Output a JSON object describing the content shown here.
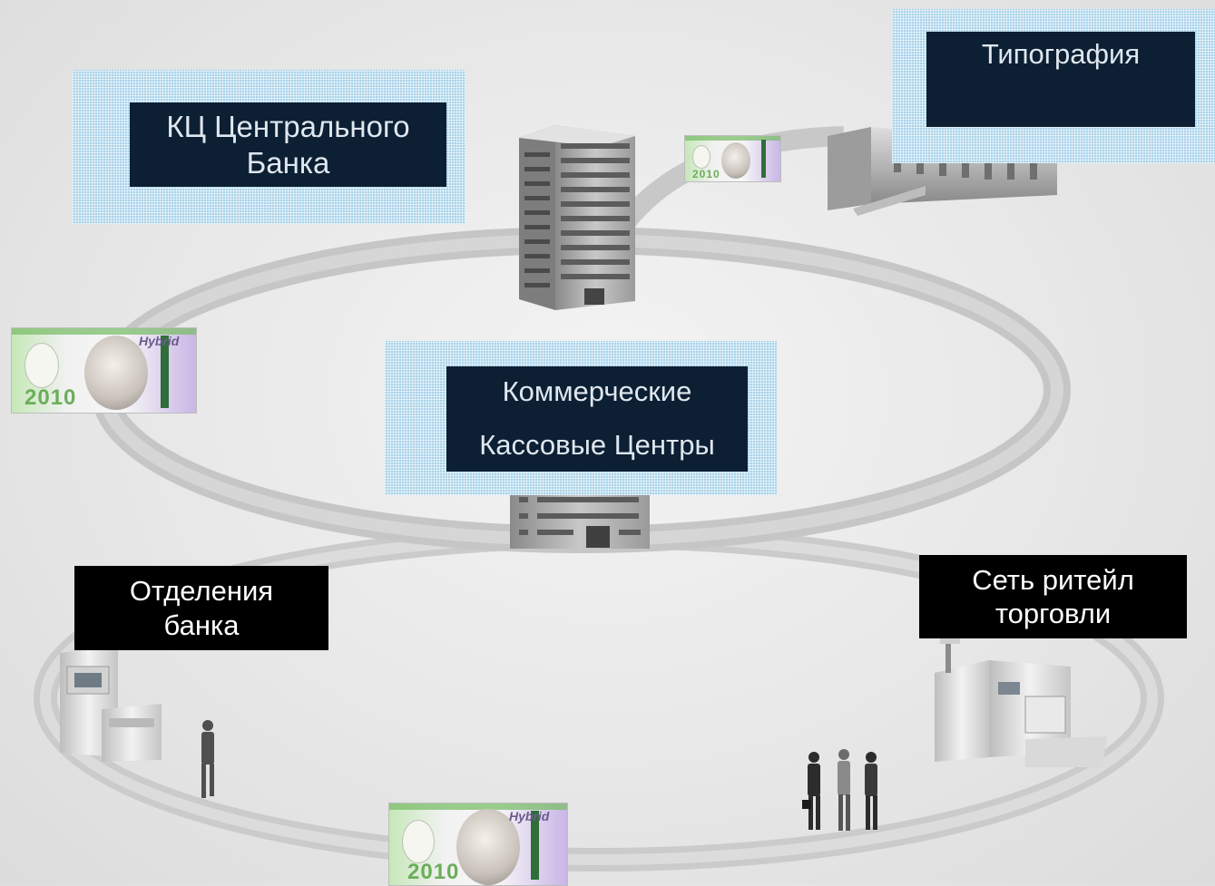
{
  "labels": {
    "central_bank": [
      "КЦ Центрального",
      "Банка"
    ],
    "printing_house": [
      "Типография"
    ],
    "commercial_centers": [
      "Коммерческие",
      "Кассовые Центры"
    ],
    "bank_branches": [
      "Отделения",
      "банка"
    ],
    "retail_network": [
      "Сеть ритейл",
      "торговли"
    ]
  },
  "banknote": {
    "year": "2010",
    "brand": "Hybrid"
  },
  "colors": {
    "hatch_blue": "#a9d3ea",
    "label_navy": "#0d1f33",
    "label_black": "#000000",
    "ring": "#cfcfcf",
    "banknote_green": "#7bbd6a",
    "banknote_violet": "#c9b6e6"
  }
}
